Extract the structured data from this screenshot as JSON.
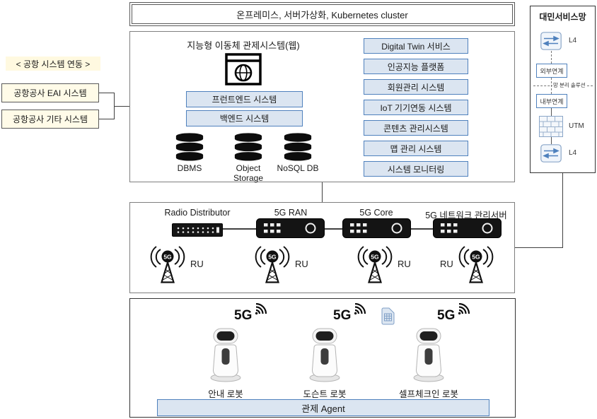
{
  "colors": {
    "accent_blue": "#4f81bd",
    "panel_blue": "#dbe5f1",
    "panel_yellow": "#fffbe8",
    "line_gray": "#404040"
  },
  "top_banner": {
    "label": "온프레미스, 서버가상화, Kubernetes cluster"
  },
  "airport_link": {
    "title": "< 공항 시스템 연동 >",
    "systems": [
      "공항공사 EAI 시스템",
      "공항공사 기타 시스템"
    ]
  },
  "control_system": {
    "title": "지능형 이동체 관제시스템(웹)",
    "frontend_label": "프런트엔드 시스템",
    "backend_label": "백엔드 시스템",
    "databases": [
      "DBMS",
      "Object Storage",
      "NoSQL DB"
    ],
    "services": [
      "Digital Twin 서비스",
      "인공지능 플랫폼",
      "회원관리 시스템",
      "IoT 기기연동 시스템",
      "콘텐츠 관리시스템",
      "맵 관리 시스템",
      "시스템 모니터링"
    ]
  },
  "network": {
    "nodes": [
      "Radio Distributor",
      "5G RAN",
      "5G Core",
      "5G 네트워크 관리서버"
    ],
    "radio_units": [
      "RU",
      "RU",
      "RU",
      "RU"
    ],
    "badge": "5G"
  },
  "public_service_zone": {
    "title": "대민서비스망",
    "l4_top": "L4",
    "external_link": "외부연계",
    "separation_label": "망 분리 솔루션",
    "internal_link": "내부연계",
    "utm": "UTM",
    "l4_bottom": "L4"
  },
  "robots": {
    "badge": "5G",
    "items": [
      "안내 로봇",
      "도슨트 로봇",
      "셀프체크인 로봇"
    ],
    "agent_label": "관제 Agent"
  }
}
